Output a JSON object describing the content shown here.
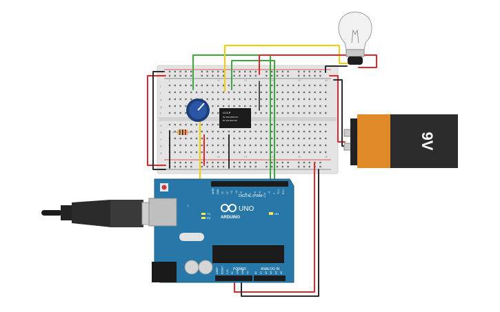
{
  "arduino": {
    "brand": "ARDUINO",
    "model": "UNO",
    "digital_label": "DIGITAL (PWM~)",
    "power_label": "POWER",
    "analog_label": "ANALOG IN",
    "on_label": "ON",
    "tx_label": "TX",
    "rx_label": "RX",
    "l_label": "L",
    "digital_pins": [
      "AREF",
      "GND",
      "13",
      "12",
      "~11",
      "~10",
      "~9",
      "8",
      "7",
      "~6",
      "~5",
      "4",
      "~3",
      "2",
      "TX 1",
      "RX 0"
    ],
    "power_pins": [
      "IOREF",
      "RESET",
      "3.3V",
      "5V",
      "GND",
      "GND",
      "Vin"
    ],
    "analog_pins": [
      "A0",
      "A1",
      "A2",
      "A3",
      "A4",
      "A5"
    ]
  },
  "relay": {
    "line1": "LU-5-R",
    "line2": "5V 10A 250V AC",
    "line3": "5V 10A 30V DC"
  },
  "battery": {
    "label": "9V"
  },
  "breadboard": {
    "row_letters_top": [
      "j",
      "i",
      "h",
      "g",
      "f"
    ],
    "row_letters_bottom": [
      "e",
      "d",
      "c",
      "b",
      "a"
    ],
    "columns": [
      "1",
      "5",
      "10",
      "15",
      "20",
      "25",
      "30"
    ]
  },
  "colors": {
    "wire_red": "#e0252b",
    "wire_black": "#2a2a2a",
    "wire_green": "#3aa83a",
    "wire_yellow": "#f0d000",
    "board": "#2777a8",
    "breadboard": "#e6e6e6"
  }
}
